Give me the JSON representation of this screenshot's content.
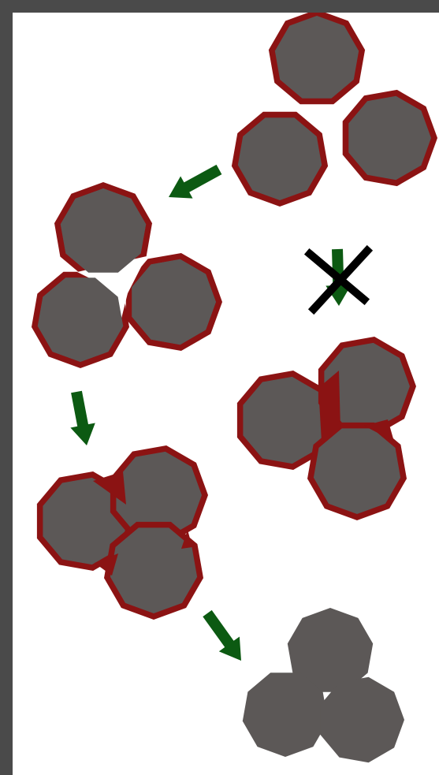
{
  "diagram": {
    "colors": {
      "frame": "#4a4a4a",
      "background": "#ffffff",
      "particle_fill": "#5c5857",
      "particle_stroke": "#8b1313",
      "bridge": "#8b1313",
      "arrow": "#0c5a12",
      "cross": "#000000"
    },
    "stages": [
      {
        "id": "separate-coated-particles",
        "coated": true,
        "bridge": "none"
      },
      {
        "id": "touching-coated-particles",
        "coated": true,
        "bridge": "partial"
      },
      {
        "id": "bridged-coated-particles",
        "coated": true,
        "bridge": "full"
      },
      {
        "id": "rejected-bridged-particles",
        "coated": true,
        "bridge": "full"
      },
      {
        "id": "final-uncoated-particles",
        "coated": false,
        "bridge": "none"
      }
    ],
    "arrows": [
      {
        "id": "arrow-1",
        "direction": "down-left"
      },
      {
        "id": "arrow-2",
        "direction": "down"
      },
      {
        "id": "arrow-3",
        "direction": "down-right"
      },
      {
        "id": "arrow-rejected",
        "direction": "down",
        "crossed": true
      }
    ]
  }
}
